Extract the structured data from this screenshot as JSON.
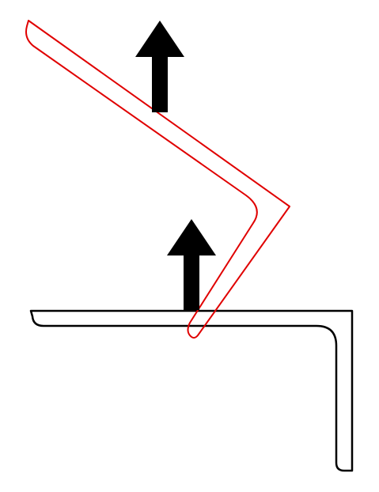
{
  "diagram": {
    "background_color": "#ffffff",
    "fixed_profile": {
      "shape": "L-section",
      "state": "before",
      "stroke_color": "#000000"
    },
    "moved_profile": {
      "shape": "bent strip",
      "state": "after",
      "stroke_color": "#e00000"
    },
    "motion_arrows": [
      {
        "direction": "up",
        "fill_color": "#000000",
        "icon": "arrow-up-icon"
      },
      {
        "direction": "up",
        "fill_color": "#000000",
        "icon": "arrow-up-icon"
      }
    ]
  }
}
